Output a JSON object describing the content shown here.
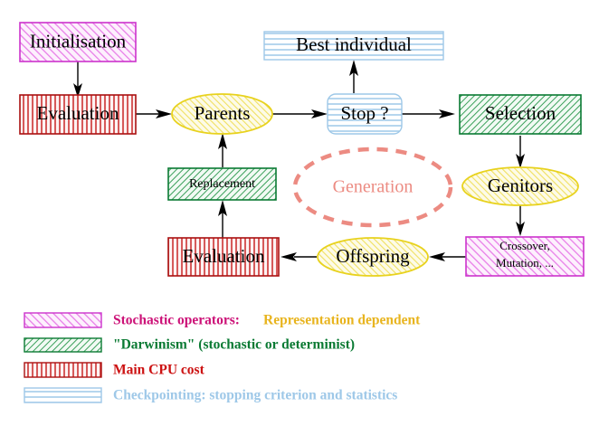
{
  "page": {
    "title": "Evolutionary Algorithm Generation Cycle",
    "background": "#ffffff"
  },
  "palette": {
    "magenta_border": "#cc33cc",
    "magenta_hatch": "#e87fe8",
    "magenta_fill": "#fdf0fd",
    "green_border": "#0a7a33",
    "green_hatch": "#3aa05a",
    "green_fill": "#f2faf4",
    "red_border": "#aa1111",
    "red_hatch": "#cc3333",
    "red_fill": "#fdf3f3",
    "blue_border": "#9ec8e8",
    "blue_hatch": "#9ec8e8",
    "blue_fill": "#f2f8fd",
    "yellow_border": "#e8d21e",
    "yellow_hatch": "#f0e060",
    "yellow_fill": "#fdfbe8",
    "salmon": "#ec8b82",
    "gold_text": "#e8b41e",
    "crimson_text": "#cc1177",
    "arrow_black": "#000000"
  },
  "nodes": {
    "initialisation": {
      "label": "Initialisation",
      "shape": "rect",
      "style": "stochastic"
    },
    "evaluation_top": {
      "label": "Evaluation",
      "shape": "rect",
      "style": "cpu"
    },
    "parents": {
      "label": "Parents",
      "shape": "ellipse",
      "style": "representation"
    },
    "stop": {
      "label": "Stop ?",
      "shape": "rounded-rect",
      "style": "checkpoint"
    },
    "best_individual": {
      "label": "Best individual",
      "shape": "rect",
      "style": "checkpoint"
    },
    "selection": {
      "label": "Selection",
      "shape": "rect",
      "style": "darwinism"
    },
    "genitors": {
      "label": "Genitors",
      "shape": "ellipse",
      "style": "representation"
    },
    "operators": {
      "label_line1": "Crossover,",
      "label_line2": "Mutation, ...",
      "shape": "rect",
      "style": "stochastic"
    },
    "offspring": {
      "label": "Offspring",
      "shape": "ellipse",
      "style": "representation"
    },
    "evaluation_bottom": {
      "label": "Evaluation",
      "shape": "rect",
      "style": "cpu"
    },
    "replacement": {
      "label": "Replacement",
      "shape": "rect",
      "style": "darwinism"
    },
    "generation": {
      "label": "Generation",
      "shape": "dashed-ellipse",
      "style": "annotation"
    }
  },
  "legend": {
    "items": [
      {
        "swatch": "stochastic-hatch-swatch",
        "text": "Stochastic operators:",
        "text2": "Representation dependent",
        "color": "#cc1177",
        "color2": "#e8b41e"
      },
      {
        "swatch": "darwinism-hatch-swatch",
        "text": "\"Darwinism\" (stochastic or determinist)",
        "text2": "",
        "color": "#0a7a33",
        "color2": ""
      },
      {
        "swatch": "cpu-stripe-swatch",
        "text": "Main CPU cost",
        "text2": "",
        "color": "#cc1111",
        "color2": ""
      },
      {
        "swatch": "checkpoint-stripe-swatch",
        "text": "Checkpointing: stopping criterion and statistics",
        "text2": "",
        "color": "#9ec8e8",
        "color2": ""
      }
    ]
  },
  "edges": [
    {
      "name": "initialisation-to-evaluation-top",
      "from": "initialisation",
      "to": "evaluation_top"
    },
    {
      "name": "evaluation-top-to-parents",
      "from": "evaluation_top",
      "to": "parents"
    },
    {
      "name": "parents-to-stop",
      "from": "parents",
      "to": "stop"
    },
    {
      "name": "stop-to-best-individual",
      "from": "stop",
      "to": "best_individual"
    },
    {
      "name": "stop-to-selection",
      "from": "stop",
      "to": "selection"
    },
    {
      "name": "selection-to-genitors",
      "from": "selection",
      "to": "genitors"
    },
    {
      "name": "genitors-to-operators",
      "from": "genitors",
      "to": "operators"
    },
    {
      "name": "operators-to-offspring",
      "from": "operators",
      "to": "offspring"
    },
    {
      "name": "offspring-to-evaluation-bottom",
      "from": "offspring",
      "to": "evaluation_bottom"
    },
    {
      "name": "evaluation-bottom-to-replacement",
      "from": "evaluation_bottom",
      "to": "replacement"
    },
    {
      "name": "replacement-to-parents",
      "from": "replacement",
      "to": "parents"
    }
  ]
}
